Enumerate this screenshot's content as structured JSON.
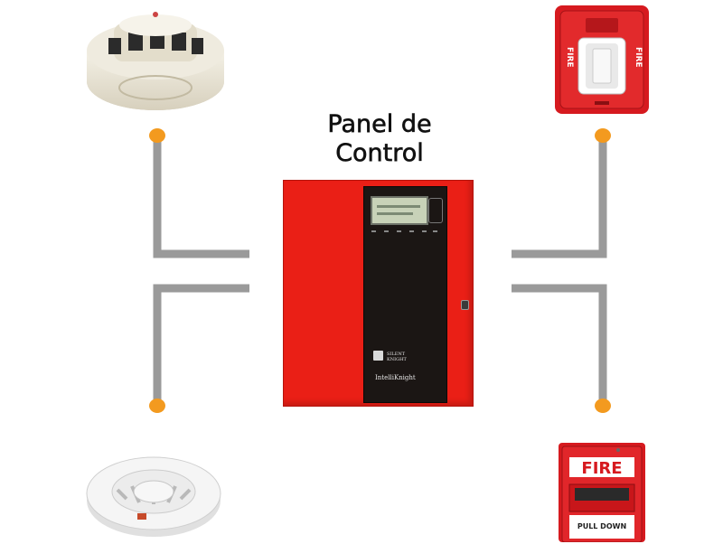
{
  "title": {
    "line1": "Panel de",
    "line2": "Control"
  },
  "panel": {
    "brand_line1": "SILENT",
    "brand_line2": "KNIGHT",
    "product": "IntelliKnight"
  },
  "devices": [
    {
      "name": "smoke-detector-top-left"
    },
    {
      "name": "horn-strobe-top-right",
      "label_left": "FIRE",
      "label_right": "FIRE"
    },
    {
      "name": "smoke-detector-bottom-left"
    },
    {
      "name": "pull-station-bottom-right",
      "label": "FIRE",
      "pull_label": "PULL DOWN"
    }
  ],
  "colors": {
    "panel_red": "#ea1f16",
    "wire_gray": "#9a9a9a",
    "node_orange": "#f39a1f",
    "device_red": "#d61a1f",
    "text_black": "#111111"
  }
}
